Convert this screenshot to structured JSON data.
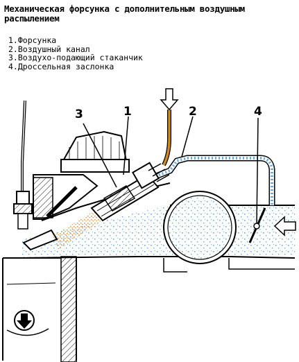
{
  "title": "Механическая форсунка с дополнительным воздушным распылением",
  "legend": [
    "1.Форсунка",
    "2.Воздушный канал",
    "3.Воздухо-подающий стаканчик",
    "4.Дроссельная заслонка"
  ],
  "callouts": [
    "3",
    "1",
    "2",
    "4"
  ],
  "colors": {
    "air_channel": "#6aa9dd",
    "fuel_line": "#d08a22",
    "fuel_spray": "#e29a4a",
    "outline": "#000000"
  },
  "icons": [
    "fuel-inlet-arrow-icon",
    "air-inlet-arrow-icon",
    "exhaust-down-arrow-icon"
  ]
}
